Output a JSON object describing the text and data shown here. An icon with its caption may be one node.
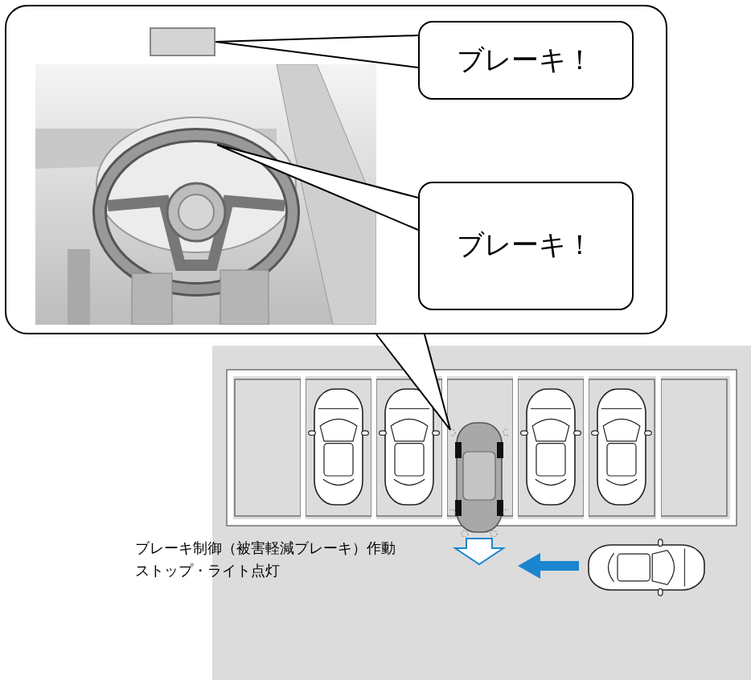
{
  "diagram": {
    "nodes": [
      {
        "text": [],
        "shape": "box"
      },
      {
        "text": [],
        "shape": "picture",
        "in": 0
      },
      {
        "text": [],
        "shape": "box",
        "in": 0
      },
      {
        "text": [
          "ブレーキ！"
        ],
        "in": 0
      },
      {
        "text": [
          "ブレーキ！"
        ],
        "in": 0
      },
      {
        "text": [],
        "shape": "picture"
      }
    ],
    "edges": [
      {
        "from": 3,
        "to": 2,
        "arrow": "none"
      },
      {
        "from": 4,
        "to": null,
        "arrow": "none"
      },
      {
        "from": 0,
        "to": 5,
        "arrow": "none"
      }
    ],
    "labels": [
      "ブレーキ制御（被害軽減ブレーキ）作動",
      "ストップ・ライト点灯"
    ]
  }
}
